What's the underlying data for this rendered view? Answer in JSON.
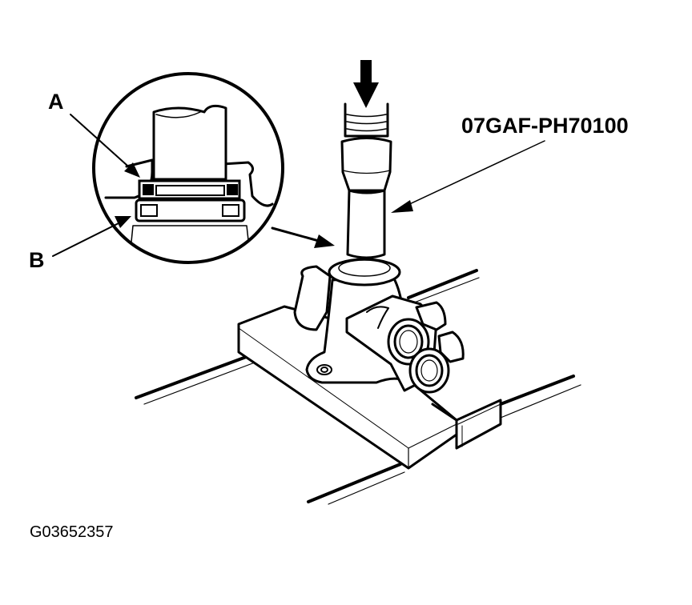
{
  "figure": {
    "title": "Bearing / seal installation with special tool",
    "labels": {
      "a": "A",
      "b": "B",
      "tool_number": "07GAF-PH70100",
      "figure_code": "G03652357"
    },
    "callouts": [
      {
        "id": "A",
        "target": "seal (detail view)"
      },
      {
        "id": "B",
        "target": "bearing (detail view)"
      },
      {
        "id": "07GAF-PH70100",
        "target": "driver tool shaft"
      }
    ],
    "icons": {
      "press_arrow": "down-arrow-icon",
      "detail_circle": "magnifier-detail-circle"
    },
    "colors": {
      "ink": "#000000",
      "background": "#ffffff"
    }
  }
}
